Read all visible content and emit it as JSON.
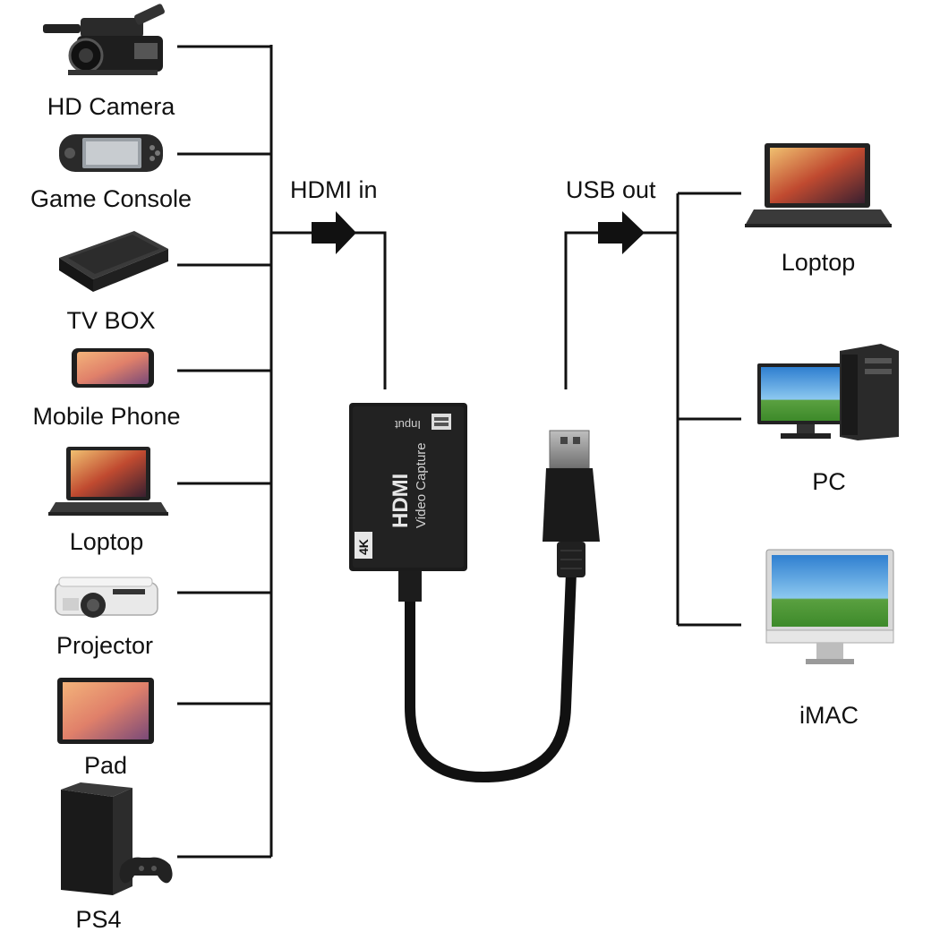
{
  "inputs_header": "HDMI in",
  "outputs_header": "USB  out",
  "sources": [
    {
      "label": "HD Camera",
      "icon": "video-camera-icon"
    },
    {
      "label": "Game Console",
      "icon": "handheld-console-icon"
    },
    {
      "label": "TV BOX",
      "icon": "tv-box-icon"
    },
    {
      "label": "Mobile Phone",
      "icon": "mobile-phone-icon"
    },
    {
      "label": "Loptop",
      "icon": "laptop-icon"
    },
    {
      "label": "Projector",
      "icon": "projector-icon"
    },
    {
      "label": "Pad",
      "icon": "tablet-icon"
    },
    {
      "label": "PS4",
      "icon": "ps4-console-icon"
    }
  ],
  "targets": [
    {
      "label": "Loptop",
      "icon": "laptop-icon"
    },
    {
      "label": "PC",
      "icon": "desktop-pc-icon"
    },
    {
      "label": "iMAC",
      "icon": "imac-icon"
    }
  ],
  "device": {
    "brand_text": "HDMI",
    "product_text": "Video Capture",
    "port_text": "Input",
    "badge_text": "4K"
  },
  "colors": {
    "line": "#111111",
    "device_body": "#1b1b1b",
    "screen_sky": "#4aa3e0",
    "screen_sunset": "#e0806a"
  }
}
